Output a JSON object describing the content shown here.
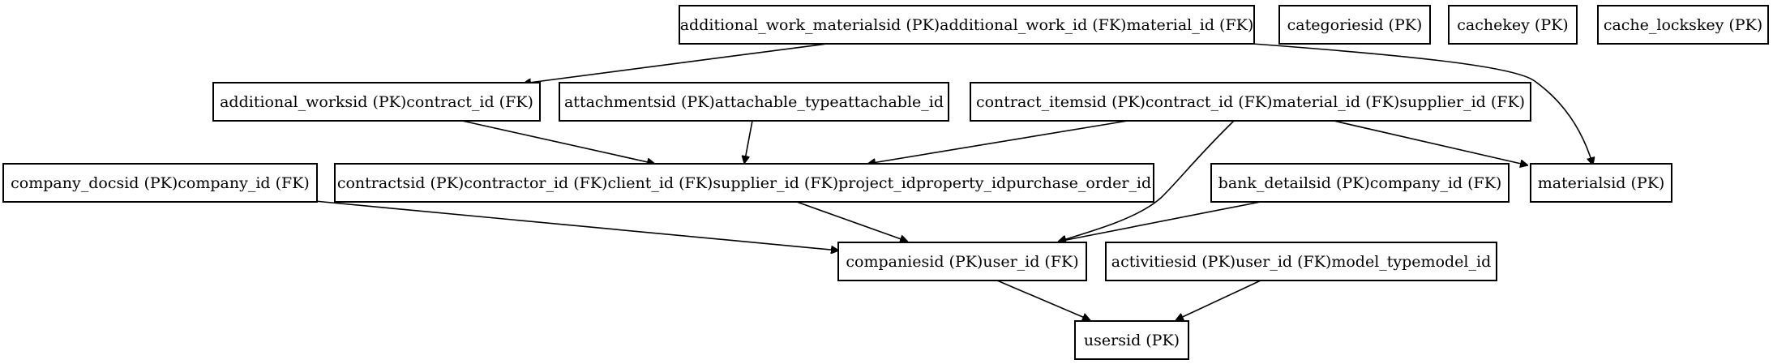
{
  "diagram": {
    "nodes": {
      "additional_work_materials": "additional_work_materialsid (PK)additional_work_id (FK)material_id (FK)",
      "categories": "categoriesid (PK)",
      "cache": "cachekey (PK)",
      "cache_locks": "cache_lockskey (PK)",
      "additional_works": "additional_worksid (PK)contract_id (FK)",
      "attachments": "attachmentsid (PK)attachable_typeattachable_id",
      "contract_items": "contract_itemsid (PK)contract_id (FK)material_id (FK)supplier_id (FK)",
      "company_docs": "company_docsid (PK)company_id (FK)",
      "contracts": "contractsid (PK)contractor_id (FK)client_id (FK)supplier_id (FK)project_idproperty_idpurchase_order_id",
      "bank_details": "bank_detailsid (PK)company_id (FK)",
      "materials": "materialsid (PK)",
      "companies": "companiesid (PK)user_id (FK)",
      "activities": "activitiesid (PK)user_id (FK)model_typemodel_id",
      "users": "usersid (PK)"
    },
    "edges": [
      {
        "from": "additional_work_materials",
        "to": "additional_works"
      },
      {
        "from": "additional_work_materials",
        "to": "materials"
      },
      {
        "from": "additional_works",
        "to": "contracts"
      },
      {
        "from": "attachments",
        "to": "contracts"
      },
      {
        "from": "contract_items",
        "to": "contracts"
      },
      {
        "from": "contract_items",
        "to": "materials"
      },
      {
        "from": "contract_items",
        "to": "companies"
      },
      {
        "from": "company_docs",
        "to": "companies"
      },
      {
        "from": "contracts",
        "to": "companies"
      },
      {
        "from": "bank_details",
        "to": "companies"
      },
      {
        "from": "companies",
        "to": "users"
      },
      {
        "from": "activities",
        "to": "users"
      }
    ]
  }
}
